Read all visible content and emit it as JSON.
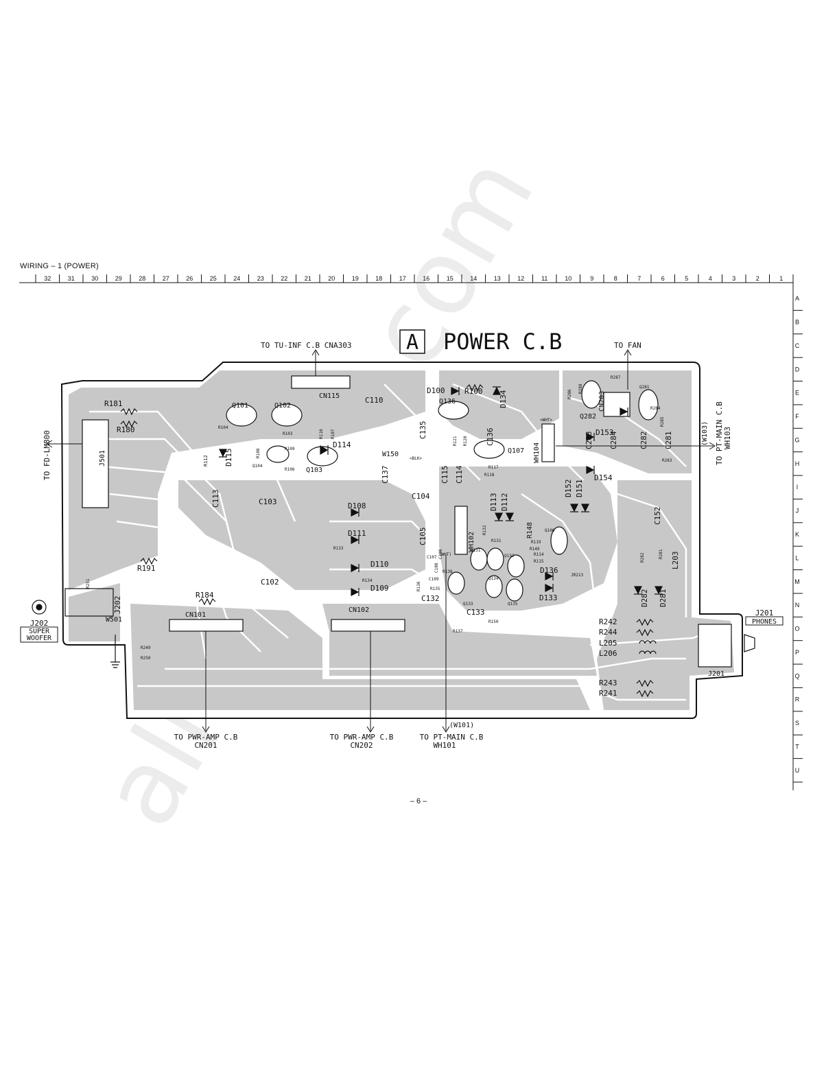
{
  "page": {
    "title": "WIRING – 1  (POWER)",
    "page_number": "– 6 –",
    "watermark": "all-sheets.com"
  },
  "grid": {
    "columns": [
      "32",
      "31",
      "30",
      "29",
      "28",
      "27",
      "26",
      "25",
      "24",
      "23",
      "22",
      "21",
      "20",
      "19",
      "18",
      "17",
      "16",
      "15",
      "14",
      "13",
      "12",
      "11",
      "10",
      "9",
      "8",
      "7",
      "6",
      "5",
      "4",
      "3",
      "2",
      "1"
    ],
    "rows": [
      "A",
      "B",
      "C",
      "D",
      "E",
      "F",
      "G",
      "H",
      "I",
      "J",
      "K",
      "L",
      "M",
      "N",
      "O",
      "P",
      "Q",
      "R",
      "S",
      "T",
      "U"
    ]
  },
  "board": {
    "badge": "A",
    "name": "POWER C.B",
    "colors": {
      "copper": "#c8c8c8",
      "outline": "#111111",
      "background": "#ffffff"
    }
  },
  "connections": {
    "tu_inf": "TO TU-INF C.B CNA303",
    "fan": "TO FAN",
    "fd_lm800": "TO FD-LM800",
    "pt_main_w103_tag": "(W103)",
    "pt_main_w103": "TO PT-MAIN C.B",
    "pt_main_w103_sub": "WH103",
    "pwr_amp_1": "TO PWR-AMP C.B",
    "pwr_amp_1_sub": "CN201",
    "pwr_amp_2": "TO PWR-AMP C.B",
    "pwr_amp_2_sub": "CN202",
    "pt_main_w101_tag": "(W101)",
    "pt_main_w101": "TO PT-MAIN C.B",
    "pt_main_w101_sub": "WH101",
    "super_woofer_ref": "J202",
    "super_woofer_1": "SUPER",
    "super_woofer_2": "WOOFER",
    "phones_ref": "J201",
    "phones": "PHONES"
  },
  "labels": {
    "cn115": "CN115",
    "q101": "Q101",
    "q102": "Q102",
    "q103": "Q103",
    "q104": "Q104",
    "q136": "Q136",
    "q107": "Q107",
    "q282": "Q282",
    "q281": "Q281",
    "q106": "Q106",
    "q131": "Q131",
    "q132": "Q132",
    "q133": "Q133",
    "q134": "Q134",
    "q135": "Q135",
    "r181": "R181",
    "r180": "R180",
    "r191": "R191",
    "r184": "R184",
    "r112": "R112",
    "r104": "R104",
    "r103": "R103",
    "r108": "R108",
    "r109": "R109",
    "r106": "R106",
    "r110": "R110",
    "r107": "R107",
    "r100": "R100",
    "r121": "R121",
    "r120": "R120",
    "r117": "R117",
    "r118": "R118",
    "r148": "R148",
    "r114": "R114",
    "r115": "R115",
    "r213": "JR213",
    "r287": "R287",
    "r286": "R286",
    "r288": "R288",
    "r284": "R284",
    "r285": "R285",
    "r283": "R283",
    "r282": "R282",
    "r281": "R281",
    "r133": "R133",
    "r134": "R134",
    "r135": "R135",
    "r136": "R136",
    "r137": "R137",
    "r138": "R138",
    "r131": "R131",
    "r132": "R132",
    "r150": "R150",
    "r149": "R149",
    "r119": "R119",
    "r249": "R249",
    "r250": "R250",
    "r251": "R251",
    "r242": "R242",
    "r244": "R244",
    "l205": "L205",
    "l206": "L206",
    "r243": "R243",
    "r241": "R241",
    "l203": "L203",
    "c110": "C110",
    "c135": "C135",
    "c136": "C136",
    "c137": "C137",
    "c115": "C115",
    "c114": "C114",
    "c113": "C113",
    "c103": "C103",
    "c102": "C102",
    "c104": "C104",
    "c105": "C105",
    "c107": "C107",
    "c108": "C108",
    "c109": "C109",
    "c106": "C106",
    "c132": "C132",
    "c133": "C133",
    "c152": "C152",
    "c283": "C283",
    "c284": "C284",
    "c282": "C282",
    "c281": "C281",
    "d100": "D100",
    "d134": "D134",
    "d114": "D114",
    "d115": "D115",
    "d108": "D108",
    "d111": "D111",
    "d110": "D110",
    "d109": "D109",
    "d113": "D113",
    "d112": "D112",
    "d153": "D153",
    "d154": "D154",
    "d152": "D152",
    "d151": "D151",
    "d136": "D136",
    "d133": "D133",
    "d282": "D282",
    "d281": "D281",
    "w150": "W150",
    "w501": "W501",
    "wh104": "WH104",
    "wh102": "WH102",
    "wht": "<WHT>",
    "blk": "<BLK>",
    "wht2": "(WHT)",
    "cn203": "CN203",
    "cn101": "CN101",
    "cn102": "CN102",
    "j501": "J501",
    "j202": "J202",
    "j201": "J201"
  }
}
